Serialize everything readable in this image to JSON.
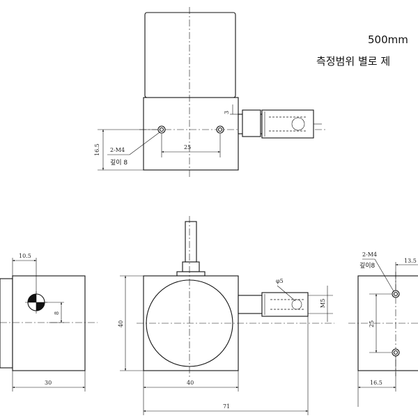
{
  "notes": {
    "range_line1": "500mm",
    "range_line2": "측정범위 별로 제"
  },
  "top_view": {
    "dim_height": "16.5",
    "dim_spacing": "25",
    "dim_small": "3",
    "hole_label_line1": "2-M4",
    "hole_label_line2": "깊이 8"
  },
  "left_view": {
    "dim_top": "10.5",
    "dim_side": "8",
    "dim_width": "30"
  },
  "front_view": {
    "dim_height": "40",
    "dim_width": "40",
    "dim_total": "71",
    "dim_phi": "φ5",
    "dim_thread": "M5"
  },
  "right_view": {
    "hole_label_line1": "2-M4",
    "hole_label_line2": "깊이8",
    "dim_top": "13.5",
    "dim_vertical": "25",
    "dim_bottom": "16.5"
  }
}
